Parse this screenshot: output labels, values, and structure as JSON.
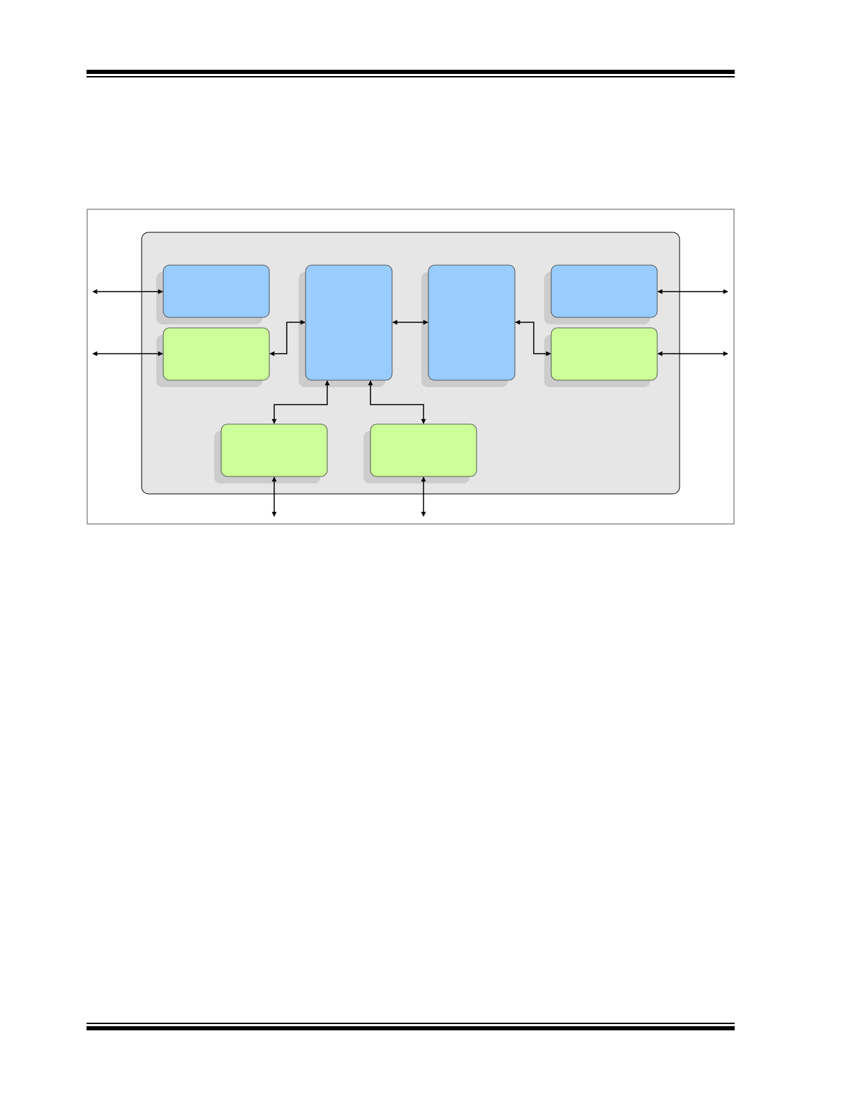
{
  "colors": {
    "page": "#ffffff",
    "rule": "#000000",
    "frame_border": "#555555",
    "panel_fill": "#e6e6e6",
    "panel_border": "#000000",
    "shadow": "#cccccc",
    "blue_block": "#99ccff",
    "green_block": "#ccff99",
    "arrow": "#000000"
  },
  "diagram": {
    "blocks": [
      {
        "id": "left-top",
        "color": "blue",
        "label": ""
      },
      {
        "id": "left-bottom",
        "color": "green",
        "label": ""
      },
      {
        "id": "center-left",
        "color": "blue",
        "label": ""
      },
      {
        "id": "center-right",
        "color": "blue",
        "label": ""
      },
      {
        "id": "right-top",
        "color": "blue",
        "label": ""
      },
      {
        "id": "right-bottom",
        "color": "green",
        "label": ""
      },
      {
        "id": "bottom-left",
        "color": "green",
        "label": ""
      },
      {
        "id": "bottom-right",
        "color": "green",
        "label": ""
      }
    ],
    "connections": [
      {
        "from": "external-left",
        "to": "left-top",
        "arrowheads": "both"
      },
      {
        "from": "external-left",
        "to": "left-bottom",
        "arrowheads": "both"
      },
      {
        "from": "left-bottom",
        "to": "center-left",
        "arrowheads": "both"
      },
      {
        "from": "center-left",
        "to": "center-right",
        "arrowheads": "both"
      },
      {
        "from": "center-right",
        "to": "right-bottom",
        "arrowheads": "both"
      },
      {
        "from": "right-top",
        "to": "external-right",
        "arrowheads": "both"
      },
      {
        "from": "right-bottom",
        "to": "external-right",
        "arrowheads": "both"
      },
      {
        "from": "center-left",
        "to": "bottom-left",
        "arrowheads": "both"
      },
      {
        "from": "center-left",
        "to": "bottom-right",
        "arrowheads": "both"
      },
      {
        "from": "bottom-left",
        "to": "external-bottom",
        "arrowheads": "both"
      },
      {
        "from": "bottom-right",
        "to": "external-bottom",
        "arrowheads": "both"
      }
    ]
  }
}
